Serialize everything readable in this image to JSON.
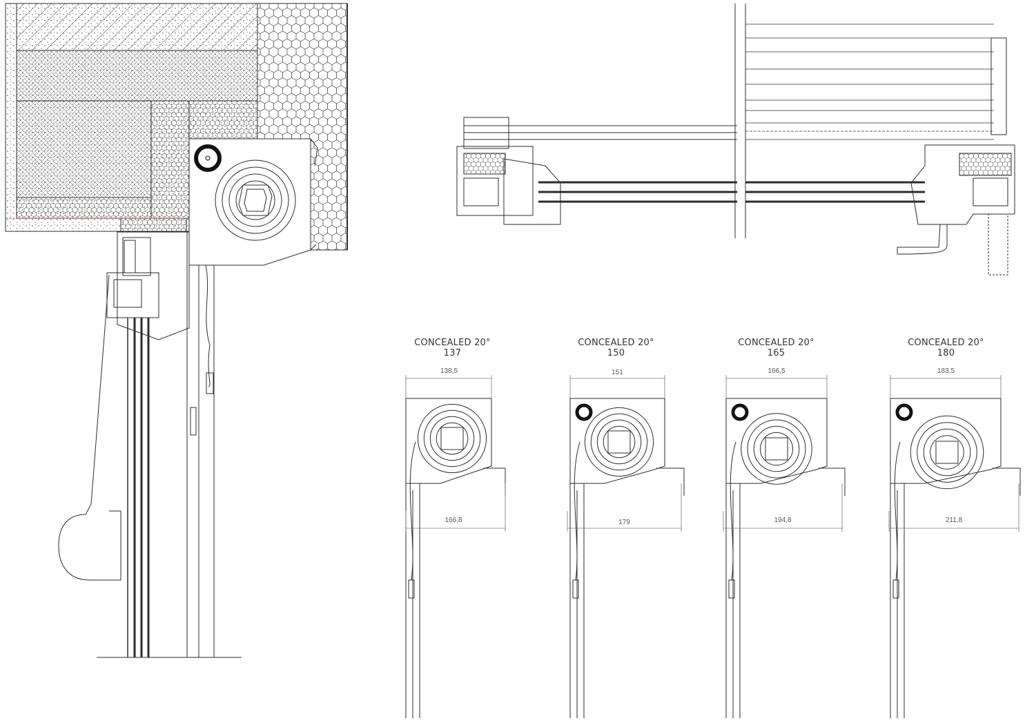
{
  "colors": {
    "line": "#2b2b2b",
    "accent": "#c0392b",
    "dim": "#777777"
  },
  "variants": [
    {
      "title": "CONCEALED 20°",
      "size": "137",
      "top_dim": "138,5",
      "bottom_dim": "166,8"
    },
    {
      "title": "CONCEALED 20°",
      "size": "150",
      "top_dim": "151",
      "bottom_dim": "179"
    },
    {
      "title": "CONCEALED 20°",
      "size": "165",
      "top_dim": "166,5",
      "bottom_dim": "194,8"
    },
    {
      "title": "CONCEALED 20°",
      "size": "180",
      "top_dim": "183,5",
      "bottom_dim": "211,8"
    }
  ]
}
